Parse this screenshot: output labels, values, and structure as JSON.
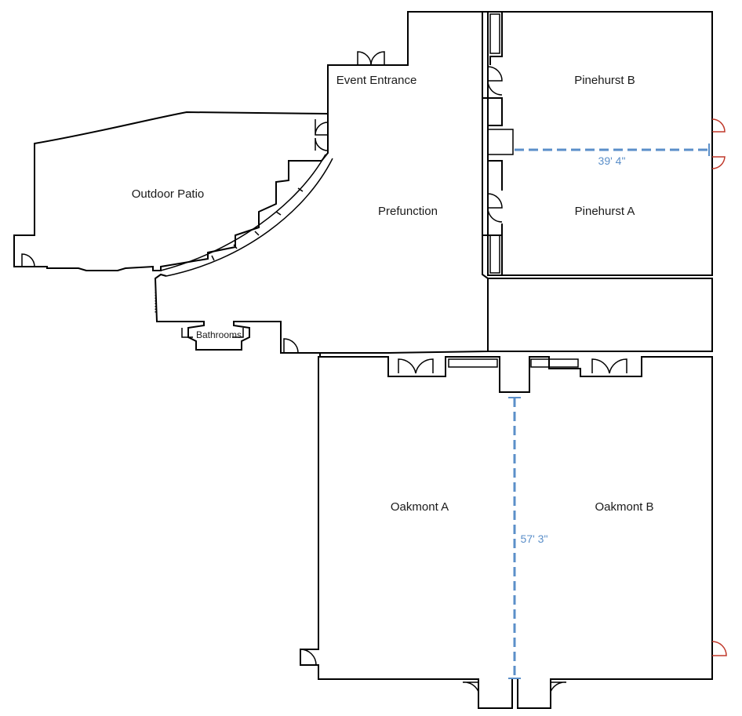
{
  "plan": {
    "rooms": {
      "outdoor_patio": "Outdoor Patio",
      "event_entrance": "Event Entrance",
      "prefunction": "Prefunction",
      "pinehurst_b": "Pinehurst B",
      "pinehurst_a": "Pinehurst A",
      "bathrooms": "Bathrooms",
      "oakmont_a": "Oakmont A",
      "oakmont_b": "Oakmont B"
    },
    "dimensions": {
      "pinehurst_width": "39' 4\"",
      "oakmont_depth": "57' 3\""
    },
    "colors": {
      "wall": "#000000",
      "dimension": "#5b8fc9",
      "exit_door": "#c0392b"
    }
  }
}
